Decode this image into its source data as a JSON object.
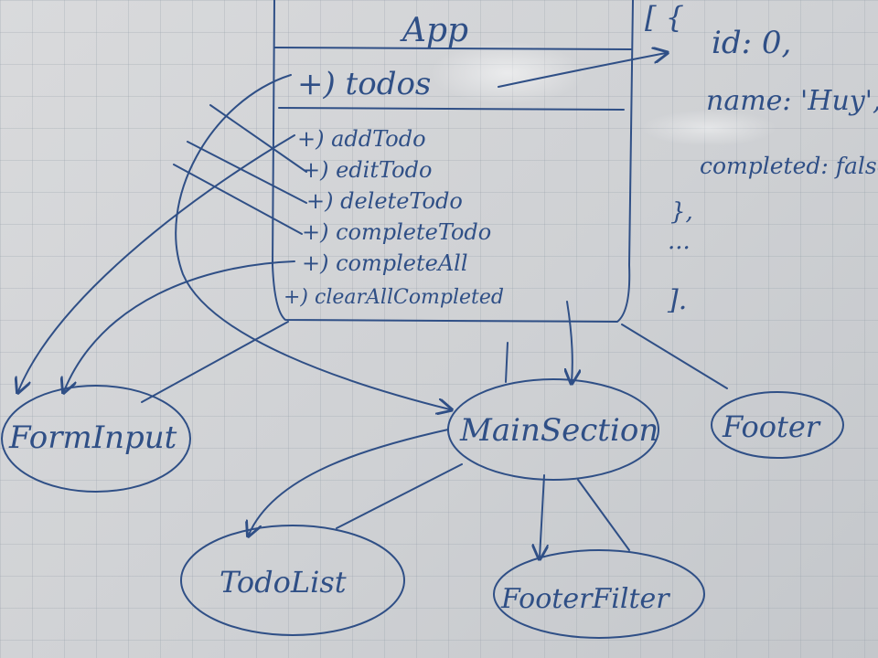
{
  "app_class": {
    "title": "App",
    "attribute": "+) todos",
    "methods": [
      "+) addTodo",
      "+) editTodo",
      "+) deleteTodo",
      "+) completeTodo",
      "+) completeAll",
      "+) clearAllCompleted"
    ]
  },
  "todo_object": {
    "brace_open": "[ {",
    "fields": [
      "id: 0,",
      "name: 'Huy',",
      "completed: false"
    ],
    "brace_close": "},",
    "ellipsis": "...",
    "bracket_close": "]."
  },
  "components": {
    "form_input": "FormInput",
    "main_section": "MainSection",
    "footer": "Footer",
    "todo_list": "TodoList",
    "footer_filter": "FooterFilter"
  },
  "ink_color": "#2f4f86"
}
